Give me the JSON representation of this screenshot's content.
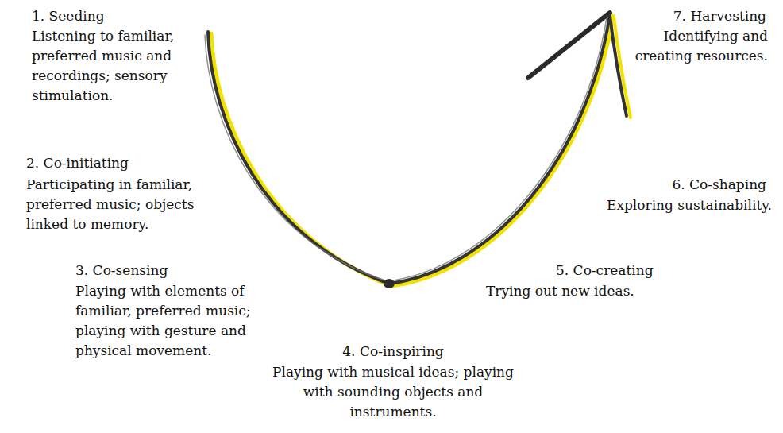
{
  "diagram": {
    "labels": [
      "1. Seeding",
      "Listening to familiar, preferred music and recordings; sensory stimulation.",
      "2. Co-initiating",
      "Participating in familiar, preferred music; objects linked to memory.",
      "3. Co-sensing",
      "Playing with elements of familiar, preferred music; playing with gesture and physical movement.",
      "4. Co-inspiring",
      "Playing with musical ideas; playing with sounding objects and instruments.",
      "5. Co-creating",
      "Trying out new ideas.",
      "6. Co-shaping",
      "Exploring sustainability.",
      "7. Harvesting",
      "Identifying and creating resources."
    ]
  }
}
